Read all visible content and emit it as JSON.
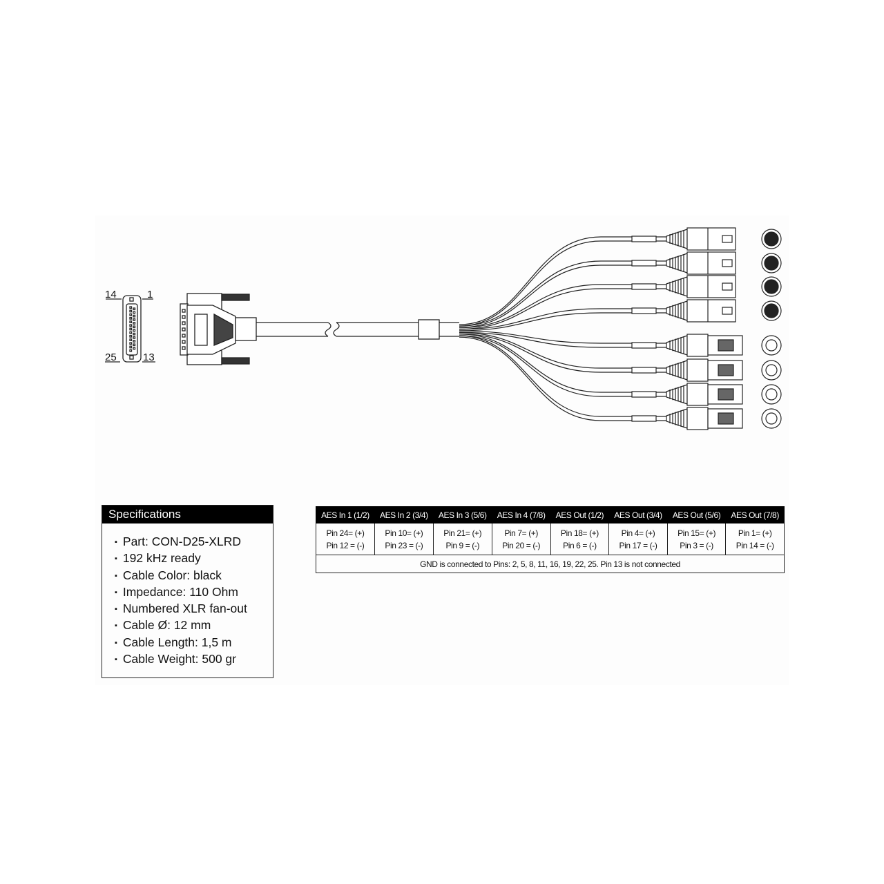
{
  "connector_face": {
    "pin_labels": [
      "14",
      "1",
      "25",
      "13"
    ]
  },
  "specifications": {
    "title": "Specifications",
    "items": [
      "Part: CON-D25-XLRD",
      "192 kHz ready",
      "Cable Color: black",
      "Impedance: 110 Ohm",
      "Numbered XLR fan-out",
      "Cable Ø: 12 mm",
      "Cable Length: 1,5 m",
      "Cable Weight: 500 gr"
    ]
  },
  "pinout_table": {
    "columns": [
      {
        "header": "AES In 1 (1/2)",
        "plus": "Pin 24= (+)",
        "minus": "Pin 12 = (-)"
      },
      {
        "header": "AES In 2 (3/4)",
        "plus": "Pin 10= (+)",
        "minus": "Pin 23 = (-)"
      },
      {
        "header": "AES In 3 (5/6)",
        "plus": "Pin 21= (+)",
        "minus": "Pin 9 = (-)"
      },
      {
        "header": "AES In 4 (7/8)",
        "plus": "Pin 7= (+)",
        "minus": "Pin 20 = (-)"
      },
      {
        "header": "AES Out (1/2)",
        "plus": "Pin 18= (+)",
        "minus": "Pin 6 = (-)"
      },
      {
        "header": "AES Out (3/4)",
        "plus": "Pin 4= (+)",
        "minus": "Pin 17 = (-)"
      },
      {
        "header": "AES Out (5/6)",
        "plus": "Pin 15= (+)",
        "minus": "Pin 3 = (-)"
      },
      {
        "header": "AES Out (7/8)",
        "plus": "Pin 1= (+)",
        "minus": "Pin 14 = (-)"
      }
    ],
    "footer": "GND is connected to Pins: 2, 5, 8, 11, 16, 19, 22, 25. Pin 13 is not connected"
  }
}
